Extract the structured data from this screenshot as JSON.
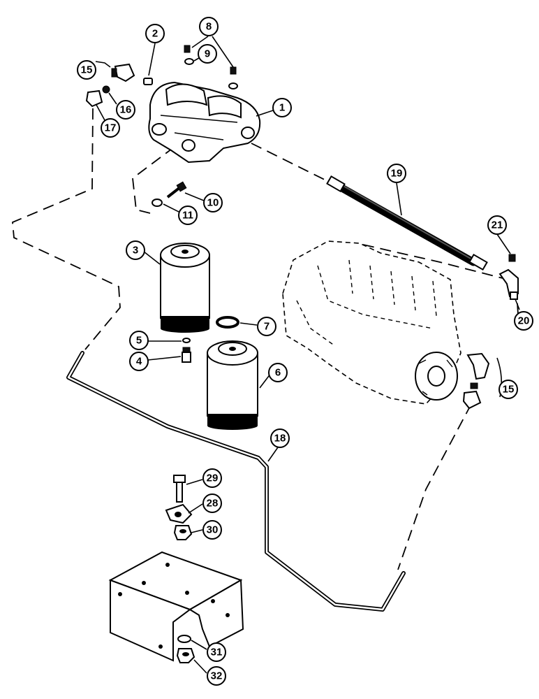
{
  "callouts": [
    {
      "id": "1",
      "label": "1"
    },
    {
      "id": "2",
      "label": "2"
    },
    {
      "id": "3",
      "label": "3"
    },
    {
      "id": "4",
      "label": "4"
    },
    {
      "id": "5",
      "label": "5"
    },
    {
      "id": "6",
      "label": "6"
    },
    {
      "id": "7",
      "label": "7"
    },
    {
      "id": "8",
      "label": "8"
    },
    {
      "id": "9",
      "label": "9"
    },
    {
      "id": "10",
      "label": "10"
    },
    {
      "id": "11",
      "label": "11"
    },
    {
      "id": "15a",
      "label": "15"
    },
    {
      "id": "15b",
      "label": "15"
    },
    {
      "id": "16",
      "label": "16"
    },
    {
      "id": "17",
      "label": "17"
    },
    {
      "id": "18",
      "label": "18"
    },
    {
      "id": "19",
      "label": "19"
    },
    {
      "id": "20",
      "label": "20"
    },
    {
      "id": "21",
      "label": "21"
    },
    {
      "id": "28",
      "label": "28"
    },
    {
      "id": "29",
      "label": "29"
    },
    {
      "id": "30",
      "label": "30"
    },
    {
      "id": "31",
      "label": "31"
    },
    {
      "id": "32",
      "label": "32"
    }
  ]
}
